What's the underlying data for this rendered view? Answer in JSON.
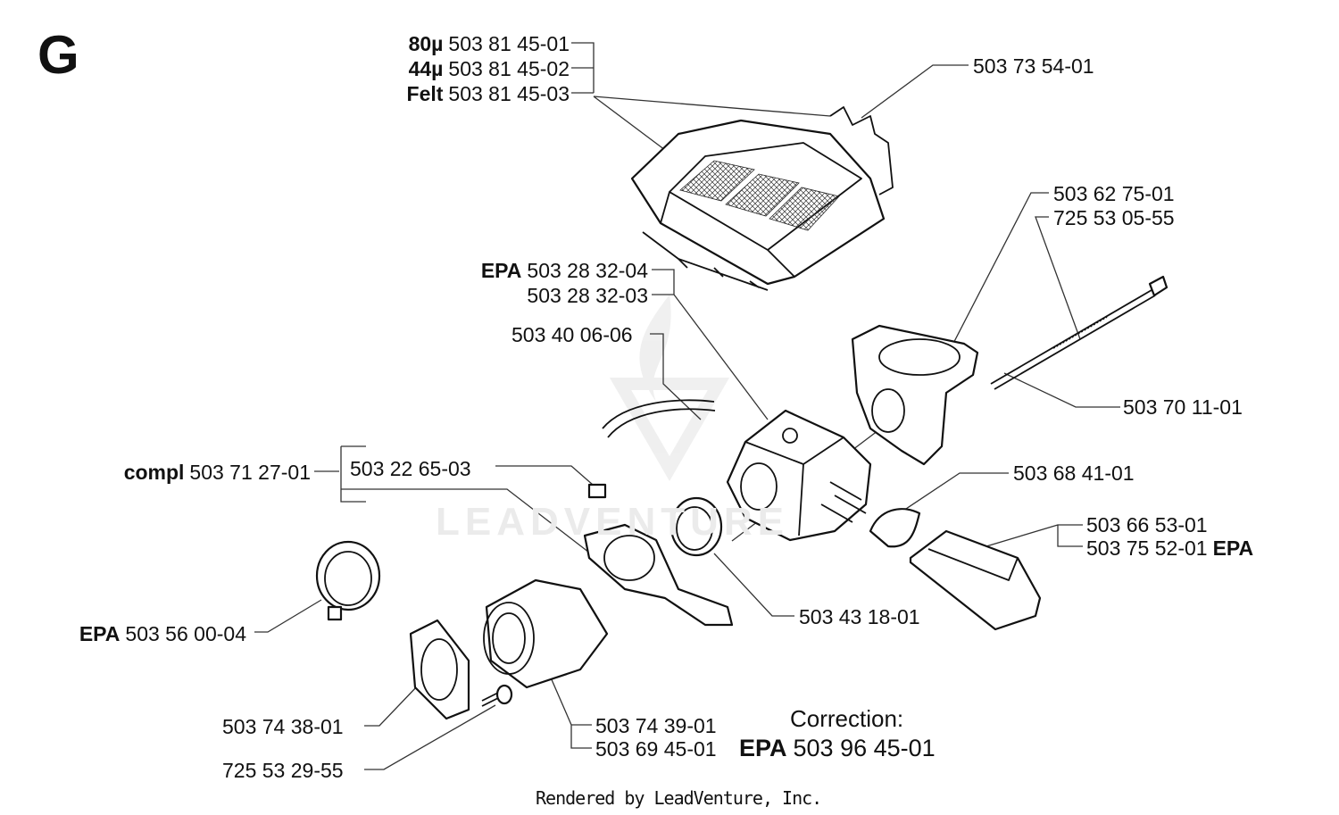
{
  "section_letter": "G",
  "labels": [
    {
      "id": "filter-80",
      "prefix": "80µ",
      "number": "503 81 45-01",
      "suffix": ""
    },
    {
      "id": "filter-44",
      "prefix": "44µ",
      "number": "503 81 45-02",
      "suffix": ""
    },
    {
      "id": "filter-felt",
      "prefix": "Felt",
      "number": "503 81 45-03",
      "suffix": ""
    },
    {
      "id": "clip-top",
      "prefix": "",
      "number": "503 73 54-01",
      "suffix": ""
    },
    {
      "id": "bolt-a",
      "prefix": "",
      "number": "503 62 75-01",
      "suffix": ""
    },
    {
      "id": "bolt-b",
      "prefix": "",
      "number": "725 53 05-55",
      "suffix": ""
    },
    {
      "id": "carb-epa",
      "prefix": "EPA",
      "number": "503 28 32-04",
      "suffix": ""
    },
    {
      "id": "carb",
      "prefix": "",
      "number": "503 28 32-03",
      "suffix": ""
    },
    {
      "id": "fuel-hose",
      "prefix": "",
      "number": "503 40 06-06",
      "suffix": ""
    },
    {
      "id": "pin",
      "prefix": "",
      "number": "503 70 11-01",
      "suffix": ""
    },
    {
      "id": "compl",
      "prefix": "compl",
      "number": "503 71 27-01",
      "suffix": ""
    },
    {
      "id": "gasket-small",
      "prefix": "",
      "number": "503 22 65-03",
      "suffix": ""
    },
    {
      "id": "choke",
      "prefix": "",
      "number": "503 68 41-01",
      "suffix": ""
    },
    {
      "id": "cover-a",
      "prefix": "",
      "number": "503 66 53-01",
      "suffix": ""
    },
    {
      "id": "cover-b",
      "prefix": "",
      "number": "503 75 52-01",
      "suffix": "EPA"
    },
    {
      "id": "ring-clamp",
      "prefix": "EPA",
      "number": "503 56 00-04",
      "suffix": ""
    },
    {
      "id": "sleeve",
      "prefix": "",
      "number": "503 43 18-01",
      "suffix": ""
    },
    {
      "id": "flange",
      "prefix": "",
      "number": "503 74 38-01",
      "suffix": ""
    },
    {
      "id": "intake-a",
      "prefix": "",
      "number": "503 74 39-01",
      "suffix": ""
    },
    {
      "id": "intake-b",
      "prefix": "",
      "number": "503 69 45-01",
      "suffix": ""
    },
    {
      "id": "screw",
      "prefix": "",
      "number": "725 53 29-55",
      "suffix": ""
    }
  ],
  "correction": {
    "title": "Correction:",
    "prefix": "EPA",
    "number": "503 96 45-01"
  },
  "watermark": "LEADVENTURE",
  "footer": "Rendered by LeadVenture, Inc."
}
